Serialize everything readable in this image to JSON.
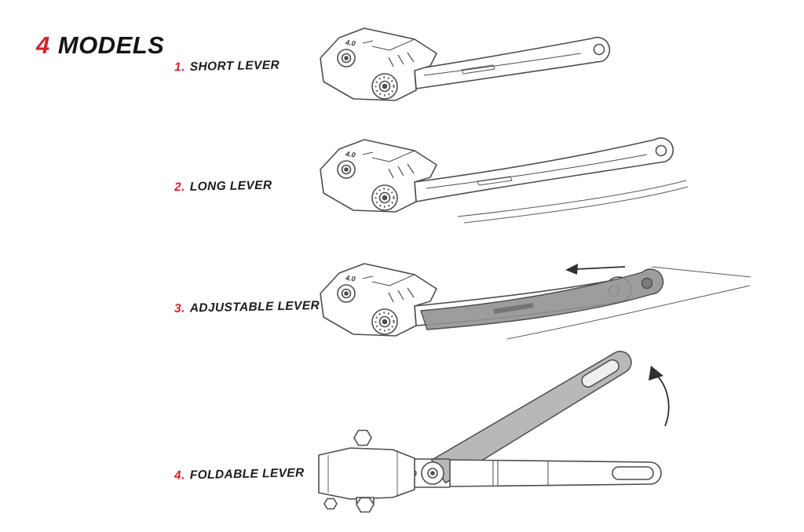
{
  "title": {
    "number": "4",
    "word": "MODELS"
  },
  "models": [
    {
      "number": "1.",
      "label": "SHORT LEVER"
    },
    {
      "number": "2.",
      "label": "LONG LEVER"
    },
    {
      "number": "3.",
      "label": "ADJUSTABLE LEVER"
    },
    {
      "number": "4.",
      "label": "FOLDABLE LEVER"
    }
  ],
  "illustrations": {
    "dial_marking": "4.0",
    "icons": [
      "adjust-left-arrow-icon",
      "fold-up-arrow-icon",
      "pivot-bolt-icon",
      "adjuster-dial-icon"
    ]
  },
  "colors": {
    "accent_red": "#d2232a",
    "ink": "#1c1c1c",
    "line": "#4d4d4d",
    "gray_blade": "#929292",
    "gray_fold": "#b8b8b8",
    "background": "#ffffff"
  }
}
